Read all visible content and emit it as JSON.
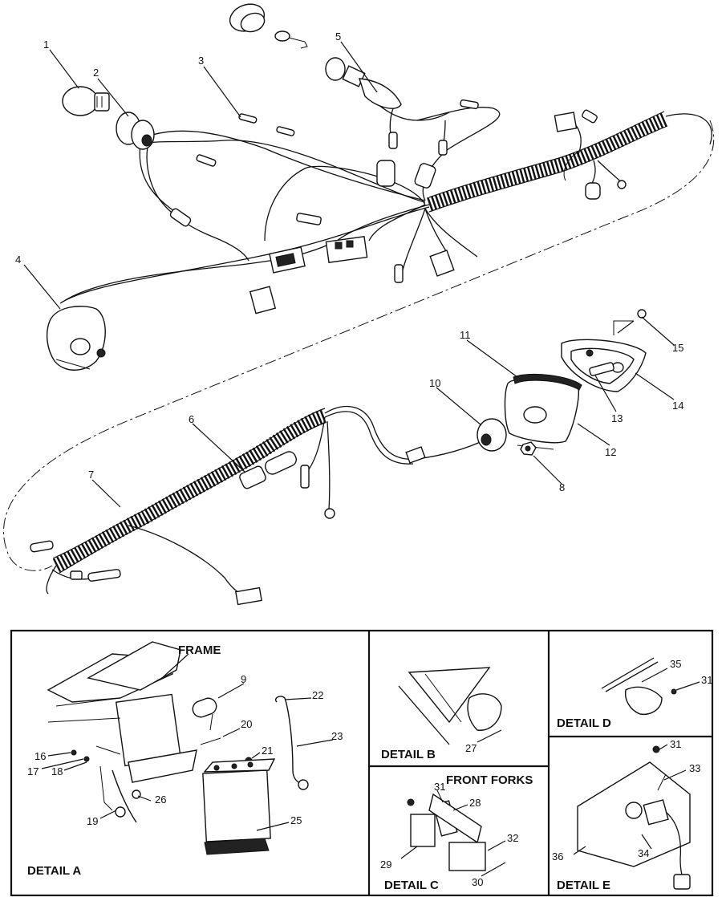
{
  "callouts": {
    "c1": "1",
    "c2": "2",
    "c3": "3",
    "c4": "4",
    "c5": "5",
    "c6": "6",
    "c7": "7",
    "c8": "8",
    "c9": "9",
    "c10": "10",
    "c11": "11",
    "c12": "12",
    "c13": "13",
    "c14": "14",
    "c15": "15",
    "c16": "16",
    "c17": "17",
    "c18": "18",
    "c19": "19",
    "c20": "20",
    "c21": "21",
    "c22": "22",
    "c23": "23",
    "c25": "25",
    "c26": "26",
    "c27": "27",
    "c28": "28",
    "c29": "29",
    "c30": "30",
    "c31": "31",
    "c32": "32",
    "c33": "33",
    "c34": "34",
    "c35": "35",
    "c36": "36"
  },
  "details": {
    "a": {
      "title": "DETAIL A",
      "frame_label": "FRAME"
    },
    "b": {
      "title": "DETAIL B"
    },
    "c": {
      "title": "DETAIL C",
      "forks_label": "FRONT FORKS"
    },
    "d": {
      "title": "DETAIL D"
    },
    "e": {
      "title": "DETAIL E"
    }
  }
}
